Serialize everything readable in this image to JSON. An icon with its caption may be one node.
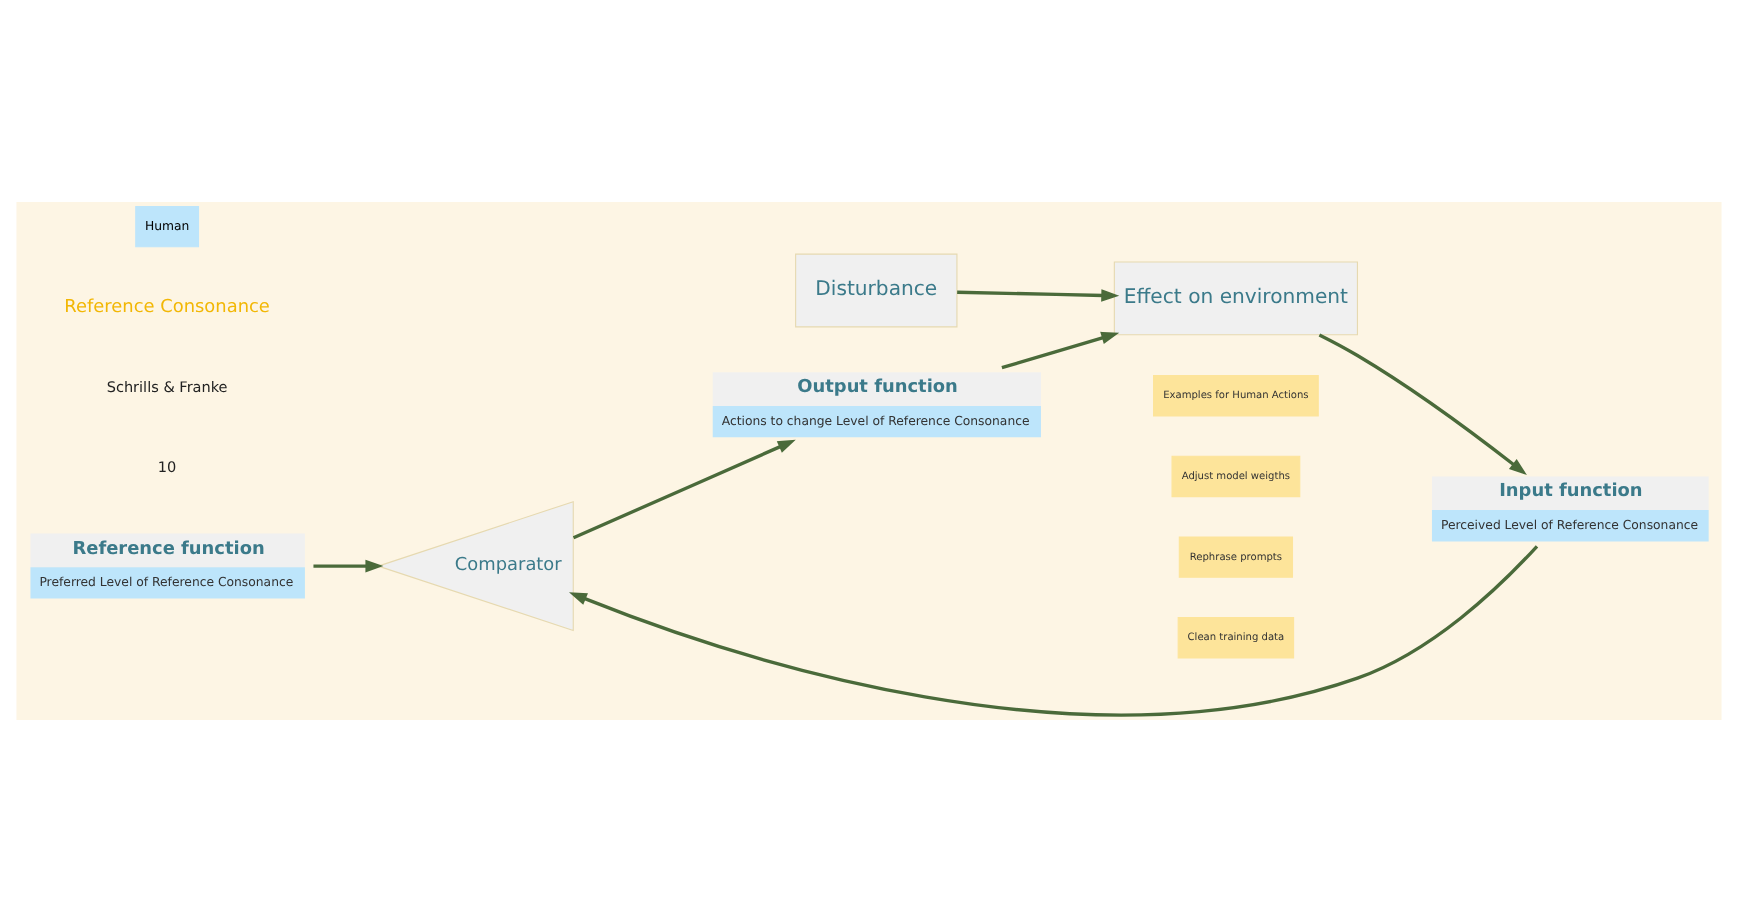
{
  "diagram": {
    "nodes": [
      {
        "text": [
          "Reference function",
          "Preferred Level of Reference Consonance"
        ]
      },
      {
        "text": [
          "Comparator"
        ]
      },
      {
        "text": [
          "Input function",
          "Perceived Level of Reference Consonance"
        ]
      },
      {
        "text": [
          "Output function",
          "Actions to change Level of Reference Consonance"
        ]
      },
      {
        "text": [
          "Effect on environment"
        ]
      },
      {
        "text": [
          "Disturbance"
        ]
      },
      {
        "text": [
          "Examples for Human Actions"
        ]
      },
      {
        "text": [
          "Adjust model weigths"
        ]
      },
      {
        "text": [
          "Rephrase prompts"
        ]
      },
      {
        "text": [
          "Clean training data"
        ]
      }
    ],
    "edges": [
      {
        "from": 0,
        "to": 1,
        "arrow": "to"
      },
      {
        "from": 2,
        "to": 1,
        "arrow": "to"
      },
      {
        "from": 1,
        "to": 3,
        "arrow": "to"
      },
      {
        "from": 3,
        "to": 4,
        "arrow": "to"
      },
      {
        "from": 4,
        "to": 2,
        "arrow": "to"
      },
      {
        "from": 5,
        "to": 4,
        "arrow": "to"
      }
    ],
    "labels": [
      "10",
      "Schrills & Franke",
      "Reference Consonance"
    ],
    "legend": [
      {
        "text": "Human",
        "color": "#bde5fb"
      }
    ]
  }
}
